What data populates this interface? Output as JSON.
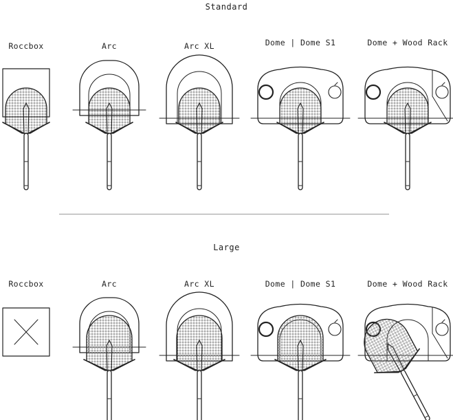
{
  "sections": [
    {
      "title": "Standard",
      "items": [
        {
          "label": "Roccbox",
          "oven": "roccbox",
          "peel": "standard"
        },
        {
          "label": "Arc",
          "oven": "arc",
          "peel": "standard"
        },
        {
          "label": "Arc XL",
          "oven": "arcxl",
          "peel": "standard"
        },
        {
          "label": "Dome | Dome S1",
          "oven": "dome",
          "peel": "standard"
        },
        {
          "label": "Dome + Wood Rack",
          "oven": "dome-rack",
          "peel": "standard"
        }
      ]
    },
    {
      "title": "Large",
      "items": [
        {
          "label": "Roccbox",
          "oven": "roccbox",
          "peel": "none",
          "compatible": false
        },
        {
          "label": "Arc",
          "oven": "arc",
          "peel": "large"
        },
        {
          "label": "Arc XL",
          "oven": "arcxl",
          "peel": "large"
        },
        {
          "label": "Dome | Dome S1",
          "oven": "dome",
          "peel": "large"
        },
        {
          "label": "Dome + Wood Rack",
          "oven": "dome-rack",
          "peel": "large-angled"
        }
      ]
    }
  ],
  "line_color": "#222222",
  "mesh_color": "#6f6f6f"
}
